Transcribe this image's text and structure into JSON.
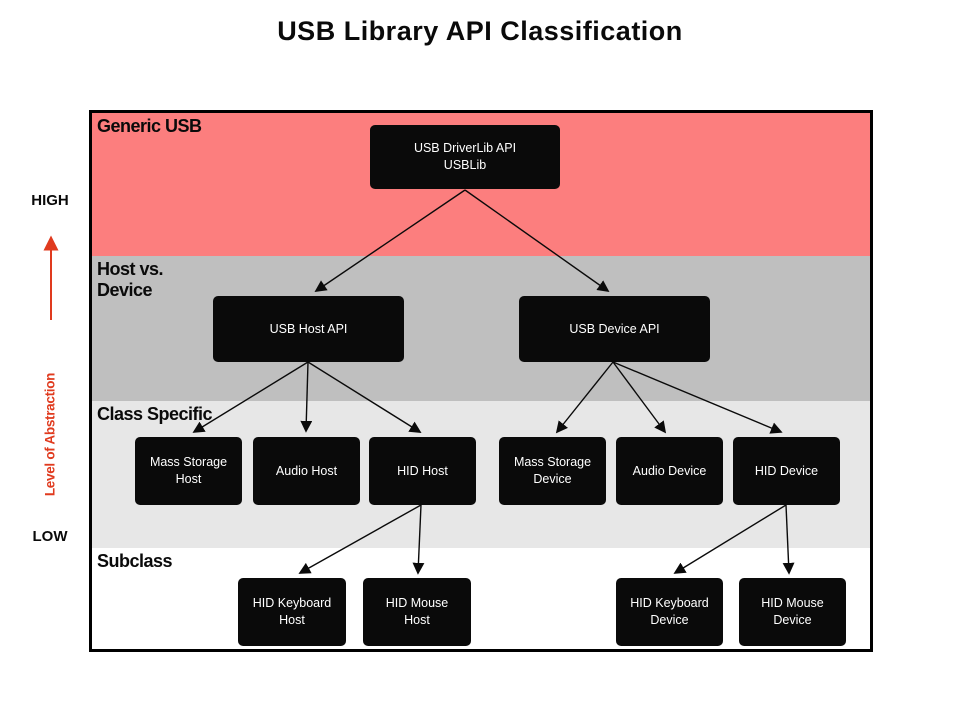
{
  "title": "USB Library API Classification",
  "abstraction_axis": {
    "high": "HIGH",
    "low": "LOW",
    "label": "Level of Abstraction",
    "color": "#e03a1e"
  },
  "bands": {
    "generic": {
      "label": "Generic USB",
      "color": "#fc7e7e"
    },
    "host_device": {
      "label": "Host vs.\nDevice",
      "color": "#bfbfbf"
    },
    "class_specific": {
      "label": "Class Specific",
      "color": "#e7e7e7"
    },
    "subclass": {
      "label": "Subclass",
      "color": "#ffffff"
    }
  },
  "node_style": {
    "background": "#0a0a0a",
    "text_color": "#ffffff"
  },
  "nodes": {
    "driverlib": {
      "label": "USB DriverLib API\nUSBLib"
    },
    "host_api": {
      "label": "USB Host API"
    },
    "device_api": {
      "label": "USB Device API"
    },
    "mass_storage_host": {
      "label": "Mass Storage\nHost"
    },
    "audio_host": {
      "label": "Audio Host"
    },
    "hid_host": {
      "label": "HID Host"
    },
    "mass_storage_device": {
      "label": "Mass Storage\nDevice"
    },
    "audio_device": {
      "label": "Audio Device"
    },
    "hid_device": {
      "label": "HID Device"
    },
    "hid_keyboard_host": {
      "label": "HID Keyboard\nHost"
    },
    "hid_mouse_host": {
      "label": "HID Mouse\nHost"
    },
    "hid_keyboard_device": {
      "label": "HID Keyboard\nDevice"
    },
    "hid_mouse_device": {
      "label": "HID Mouse\nDevice"
    }
  },
  "edges": [
    {
      "from": "driverlib",
      "to": "host_api"
    },
    {
      "from": "driverlib",
      "to": "device_api"
    },
    {
      "from": "host_api",
      "to": "mass_storage_host"
    },
    {
      "from": "host_api",
      "to": "audio_host"
    },
    {
      "from": "host_api",
      "to": "hid_host"
    },
    {
      "from": "device_api",
      "to": "mass_storage_device"
    },
    {
      "from": "device_api",
      "to": "audio_device"
    },
    {
      "from": "device_api",
      "to": "hid_device"
    },
    {
      "from": "hid_host",
      "to": "hid_keyboard_host"
    },
    {
      "from": "hid_host",
      "to": "hid_mouse_host"
    },
    {
      "from": "hid_device",
      "to": "hid_keyboard_device"
    },
    {
      "from": "hid_device",
      "to": "hid_mouse_device"
    }
  ]
}
